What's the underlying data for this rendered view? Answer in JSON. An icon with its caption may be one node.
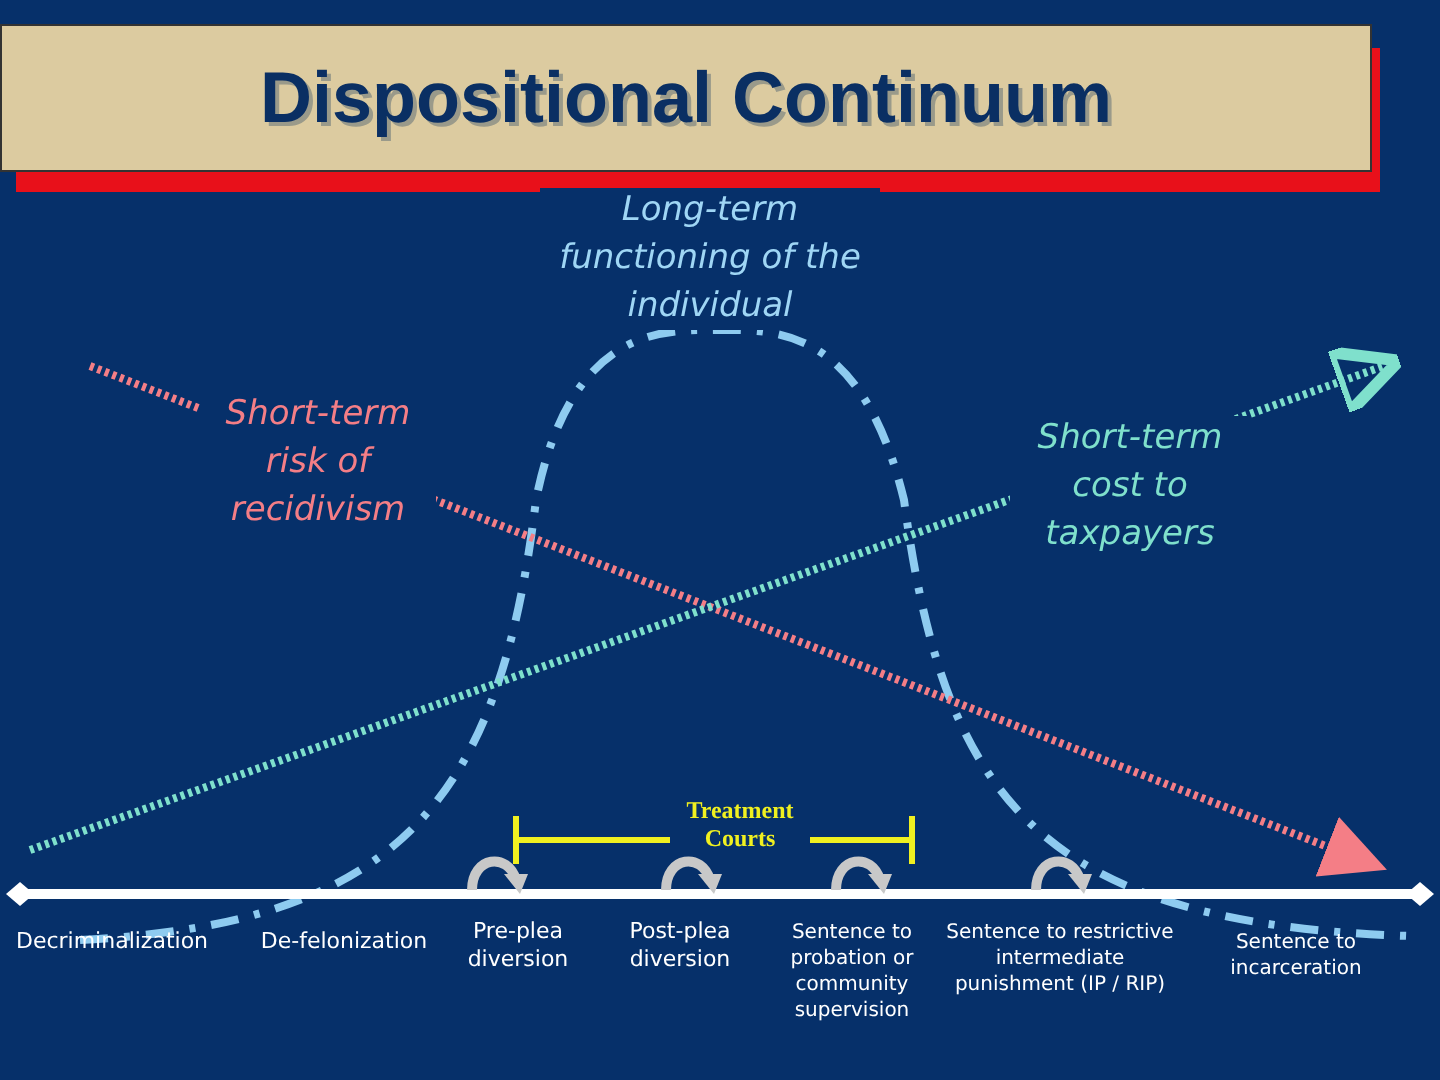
{
  "diagram": {
    "title": "Dispositional Continuum",
    "labels": [
      "Long-term functioning of the individual",
      "Short-term risk of recidivism",
      "Short-term cost to taxpayers",
      "Treatment Courts",
      "Decriminalization",
      "De-felonization",
      "Pre-plea diversion",
      "Post-plea diversion",
      "Sentence to probation or community supervision",
      "Sentence to restrictive intermediate punishment (IP / RIP)",
      "Sentence to incarceration"
    ]
  }
}
